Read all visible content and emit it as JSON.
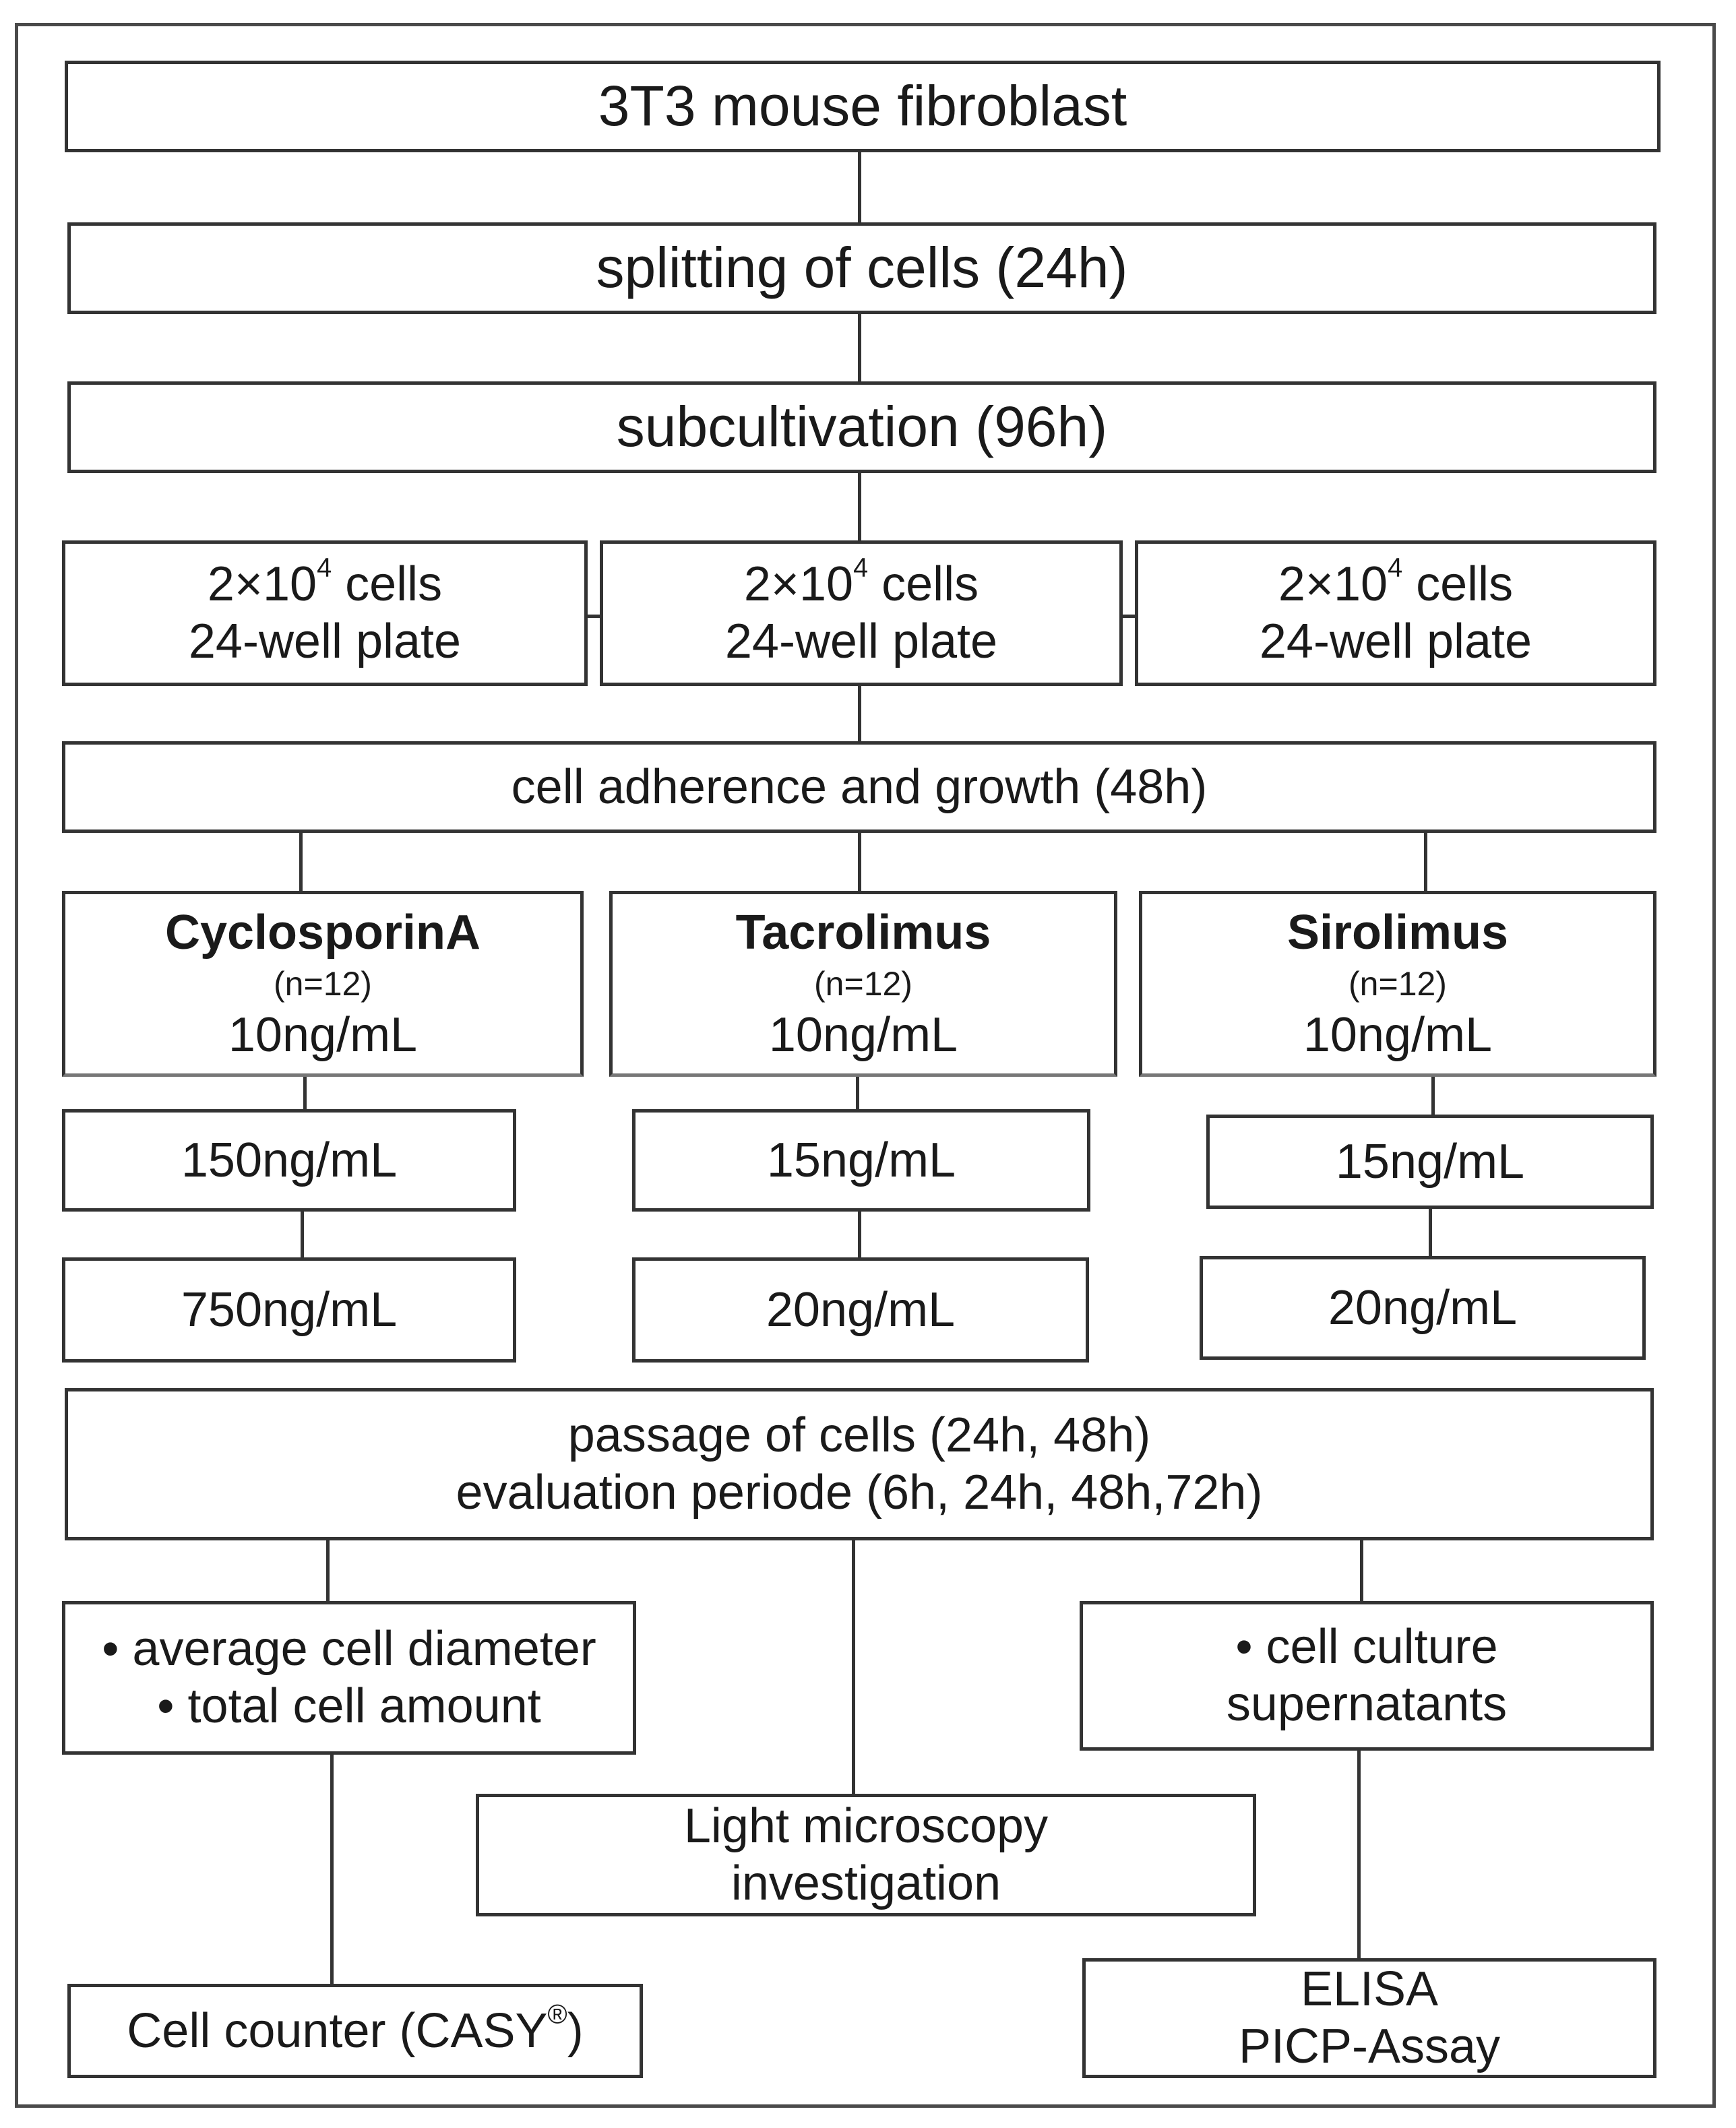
{
  "diagram": {
    "nodes": {
      "source": "3T3 mouse fibroblast",
      "splitting": "splitting of cells (24h)",
      "subcultivation": "subcultivation (96h)",
      "plate": {
        "cells_base": "2×10",
        "cells_exp": "4",
        "cells_unit": " cells",
        "plate": "24-well plate"
      },
      "adherence": "cell adherence and growth (48h)",
      "drugs": [
        {
          "name": "CyclosporinA",
          "n": "(n=12)",
          "dose1": "10ng/mL",
          "dose2": "150ng/mL",
          "dose3": "750ng/mL"
        },
        {
          "name": "Tacrolimus",
          "n": "(n=12)",
          "dose1": "10ng/mL",
          "dose2": "15ng/mL",
          "dose3": "20ng/mL"
        },
        {
          "name": "Sirolimus",
          "n": "(n=12)",
          "dose1": "10ng/mL",
          "dose2": "15ng/mL",
          "dose3": "20ng/mL"
        }
      ],
      "passage": {
        "line1": "passage of cells (24h, 48h)",
        "line2": "evaluation periode (6h, 24h, 48h,72h)"
      },
      "measures": {
        "line1": "• average cell diameter",
        "line2": "• total cell amount"
      },
      "microscopy": {
        "line1": "Light microscopy",
        "line2": "investigation"
      },
      "supernatants": {
        "line1": "• cell culture",
        "line2": "supernatants"
      },
      "counter": {
        "text": "Cell counter (CASY",
        "reg": "®",
        "close": ")"
      },
      "elisa": {
        "line1": "ELISA",
        "line2": "PICP-Assay"
      }
    }
  }
}
